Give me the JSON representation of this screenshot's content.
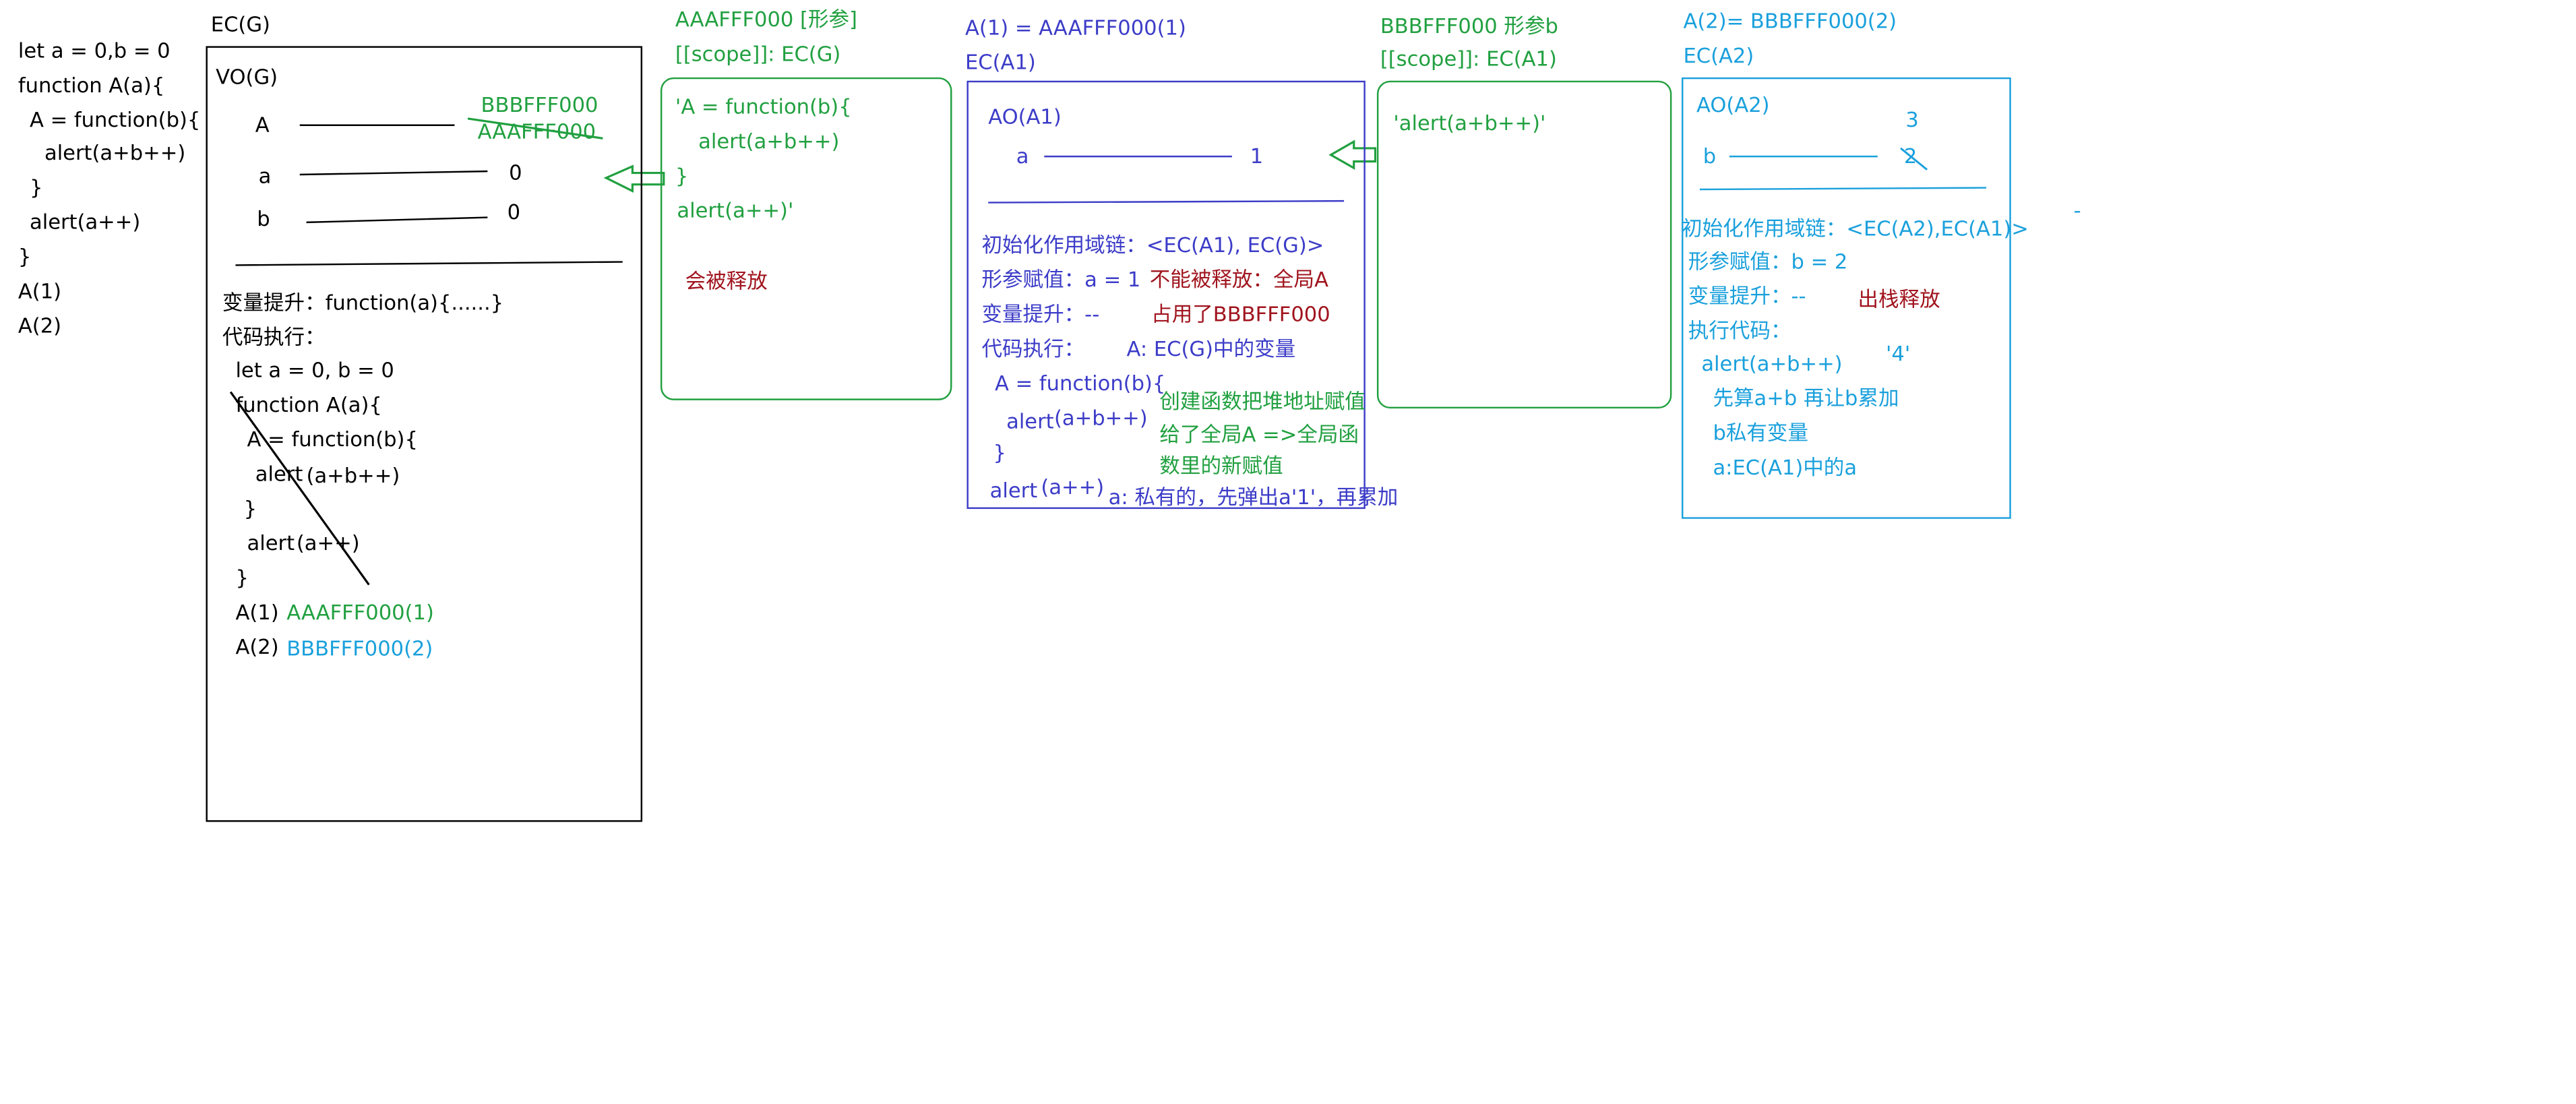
{
  "left_code": [
    "let a = 0,b = 0",
    "function A(a){",
    "A = function(b){",
    "alert(a+b++)",
    "}",
    "alert(a++)",
    "}",
    "A(1)",
    "A(2)"
  ],
  "ecg": {
    "title": "EC(G)",
    "vo": "VO(G)",
    "var_A": "A",
    "var_a": "a",
    "var_b": "b",
    "old_addr": "BBBFFF000",
    "new_addr": "AAAFFF000",
    "val_a": "0",
    "val_b": "0",
    "hoist": "变量提升：function(a){......}",
    "exec": "代码执行：",
    "code": [
      "let a = 0, b = 0",
      "function A(a){",
      "A = function(b){",
      "alert",
      "(a+b++)",
      "}",
      "alert",
      "(a++)",
      "}"
    ],
    "call1": "A(1)",
    "call1_addr": "AAAFFF000(1)",
    "call2": "A(2)",
    "call2_addr": "BBBFFF000(2)"
  },
  "heap1": {
    "title": "AAAFFF000 [形参]",
    "scope": "[[scope]]: EC(G)",
    "code": [
      "'A = function(b){",
      "alert(a+b++)",
      "}",
      "alert",
      "(a++)'"
    ],
    "note": "会被释放"
  },
  "eca1": {
    "title": "A(1) = AAAFFF000(1)",
    "ec": "EC(A1)",
    "ao": "AO(A1)",
    "var_a": "a",
    "val_a": "1",
    "scope_chain": "初始化作用域链：<EC(A1), EC(G)>",
    "param": "形参赋值：a = 1",
    "not_released": "不能被释放：全局A",
    "hoist": "变量提升：--",
    "occupied": "占用了BBBFFF000",
    "exec": "代码执行：",
    "a_note": "A: EC(G)中的变量",
    "code": [
      "A = function(b){",
      "alert",
      "(a+b++)",
      "}",
      "alert",
      "(a++)"
    ],
    "create_note": [
      "创建函数把堆地址赋值",
      "给了全局A =>全局函",
      "数里的新赋值"
    ],
    "private_note": "a: 私有的，先弹出a'1'，再累加"
  },
  "heap2": {
    "title": "BBBFFF000 形参b",
    "scope": "[[scope]]: EC(A1)",
    "code": "'alert(a+b++)'"
  },
  "eca2": {
    "title": "A(2)= BBBFFF000(2)",
    "ec": "EC(A2)",
    "ao": "AO(A2)",
    "var_b": "b",
    "val_old": "2",
    "val_new": "3",
    "scope_chain": "初始化作用域链：<EC(A2),EC(A1)>",
    "param": "形参赋值：b = 2",
    "hoist": "变量提升：--",
    "released": "出栈释放",
    "exec": "执行代码：",
    "alert": "alert(a+b++)",
    "result": "'4'",
    "notes": [
      "先算a+b 再让b累加",
      "b私有变量",
      "a:EC(A1)中的a"
    ],
    "dot": "-"
  },
  "colors": {
    "black": "#000000",
    "green": "#21a040",
    "blue": "#3c3cc8",
    "cyan": "#1aa0dc",
    "red": "#a0141e"
  }
}
